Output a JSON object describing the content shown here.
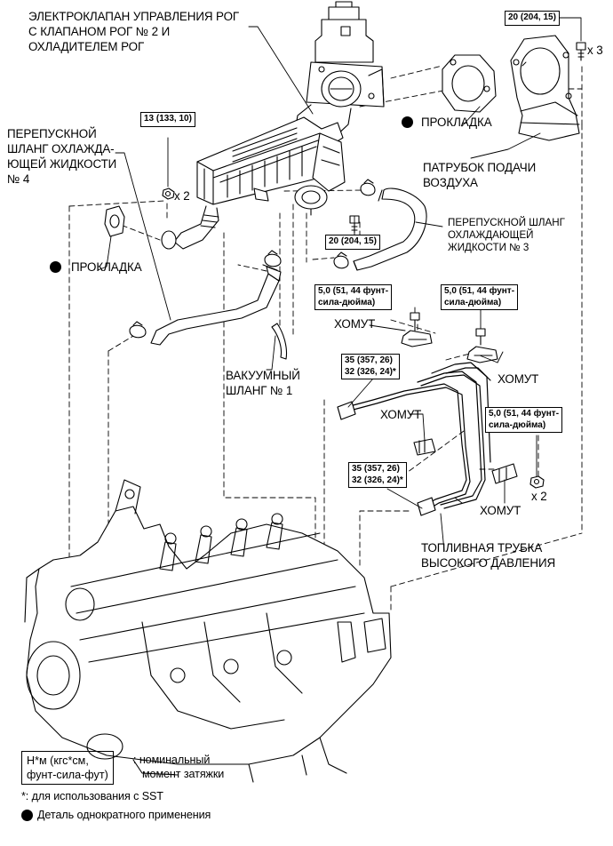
{
  "labels": {
    "egr_valve": [
      "ЭЛЕКТРОКЛАПАН УПРАВЛЕНИЯ РОГ",
      "С КЛАПАНОМ РОГ № 2 И",
      "ОХЛАДИТЕЛЕМ РОГ"
    ],
    "bypass_hose_4": [
      "ПЕРЕПУСКНОЙ",
      "ШЛАНГ ОХЛАЖДА-",
      "ЮЩЕЙ ЖИДКОСТИ",
      "№ 4"
    ],
    "gasket_right": "ПРОКЛАДКА",
    "gasket_left": "ПРОКЛАДКА",
    "air_inlet_pipe": [
      "ПАТРУБОК ПОДАЧИ",
      "ВОЗДУХА"
    ],
    "bypass_hose_3": [
      "ПЕРЕПУСКНОЙ ШЛАНГ",
      "ОХЛАЖДАЮЩЕЙ",
      "ЖИДКОСТИ № 3"
    ],
    "vacuum_hose": [
      "ВАКУУМНЫЙ",
      "ШЛАНГ № 1"
    ],
    "clamp_1": "ХОМУТ",
    "clamp_2": "ХОМУТ",
    "clamp_3": "ХОМУТ",
    "clamp_4": "ХОМУТ",
    "fuel_pipe": [
      "ТОПЛИВНАЯ ТРУБКА",
      "ВЫСОКОГО ДАВЛЕНИЯ"
    ],
    "x3": "x 3",
    "x2_bolts": "x 2",
    "x2_nuts": "x 2"
  },
  "torques": {
    "t_20_top": "20 (204, 15)",
    "t_13": "13 (133, 10)",
    "t_20_mid": "20 (204, 15)",
    "t_5_left": [
      "5,0 (51, 44 фунт-",
      "сила-дюйма)"
    ],
    "t_5_right": [
      "5,0 (51, 44 фунт-",
      "сила-дюйма)"
    ],
    "t_5_lower": [
      "5,0 (51, 44 фунт-",
      "сила-дюйма)"
    ],
    "t_35_upper": [
      "35 (357, 26)",
      "32 (326, 24)*"
    ],
    "t_35_lower": [
      "35 (357, 26)",
      "32 (326, 24)*"
    ]
  },
  "legend": {
    "unit_box": [
      "Н*м (кгс*см,",
      "фунт-сила-фут)"
    ],
    "unit_desc": [
      "номинальный",
      "момент затяжки"
    ],
    "sst_note": "*: для использования с SST",
    "non_reusable": "Деталь однократного применения",
    "colon": ":"
  }
}
